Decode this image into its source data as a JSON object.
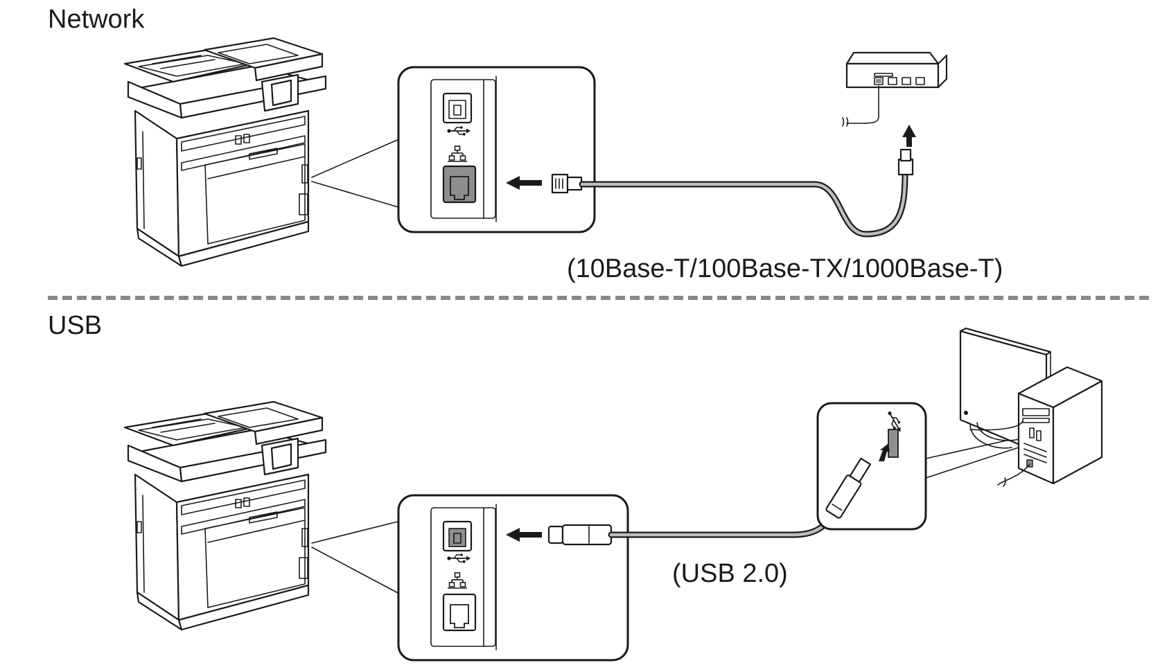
{
  "sections": {
    "network": {
      "heading": "Network",
      "cable_spec": "(10Base-T/100Base-TX/1000Base-T)"
    },
    "usb": {
      "heading": "USB",
      "cable_spec": "(USB 2.0)"
    }
  },
  "icons": {
    "usb_symbol": "usb-icon",
    "lan_symbol": "network-icon"
  },
  "colors": {
    "highlight_port": "#8e8e8e",
    "cable_fill": "#bdbdbd",
    "line": "#1a1a1a",
    "divider": "#888888"
  }
}
